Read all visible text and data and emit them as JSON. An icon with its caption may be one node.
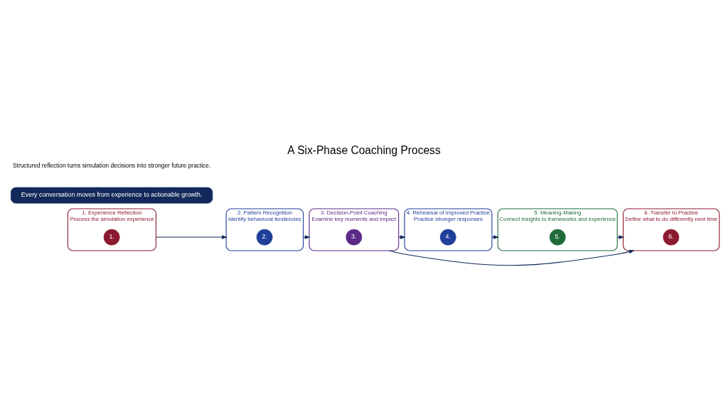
{
  "diagram": {
    "title": "A Six-Phase Coaching Process",
    "nodes": [
      {
        "text": [
          "1. Experience Reflection",
          "Process the simulation experience"
        ]
      },
      {
        "text": [
          "1."
        ],
        "in": 0
      },
      {
        "text": [
          "2. Pattern Recognition",
          "Identify behavioral tendencies"
        ]
      },
      {
        "text": [
          "2."
        ],
        "in": 2
      },
      {
        "text": [
          "3. Decision-Point Coaching",
          "Examine key moments and impact"
        ]
      },
      {
        "text": [
          "3."
        ],
        "in": 4
      },
      {
        "text": [
          "4. Rehearsal of Improved Practice",
          "Practice stronger responses"
        ]
      },
      {
        "text": [
          "4."
        ],
        "in": 6
      },
      {
        "text": [
          "5. Meaning-Making",
          "Connect insights to frameworks and experience"
        ]
      },
      {
        "text": [
          "5."
        ],
        "in": 8
      },
      {
        "text": [
          "6. Transfer to Practice",
          "Define what to do differently next time"
        ]
      },
      {
        "text": [
          "6."
        ],
        "in": 10
      },
      {
        "text": [
          "Every conversation moves from experience to actionable growth."
        ]
      }
    ],
    "edges": [
      {
        "from": 0,
        "to": 2,
        "arrow": "to"
      },
      {
        "from": 2,
        "to": 4,
        "arrow": "to"
      },
      {
        "from": 4,
        "to": 6,
        "arrow": "to"
      },
      {
        "from": 4,
        "to": 10,
        "arrow": "to"
      },
      {
        "from": 6,
        "to": 8,
        "arrow": "to"
      },
      {
        "from": 8,
        "to": 10,
        "arrow": "to"
      }
    ],
    "labels": [
      "Structured reflection turns simulation decisions into stronger future practice."
    ]
  }
}
